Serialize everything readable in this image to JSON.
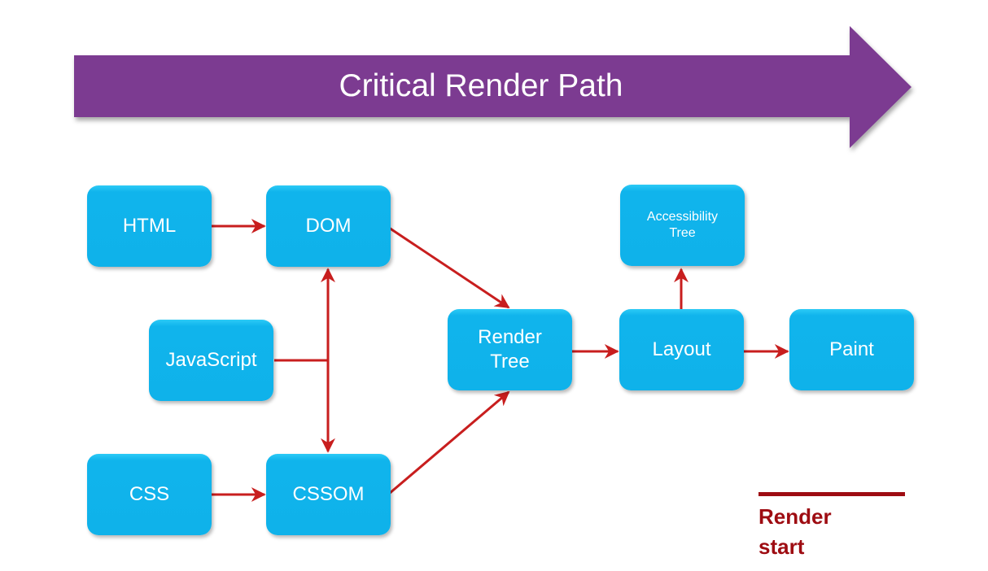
{
  "title": "Critical Render Path",
  "colors": {
    "banner": "#7b3a91",
    "node": "#10b4ec",
    "edge": "#c81e1e",
    "legend": "#9e0c12"
  },
  "nodes": {
    "html": {
      "label": "HTML"
    },
    "dom": {
      "label": "DOM"
    },
    "javascript": {
      "label": "JavaScript"
    },
    "css": {
      "label": "CSS"
    },
    "cssom": {
      "label": "CSSOM"
    },
    "render_tree": {
      "line1": "Render",
      "line2": "Tree"
    },
    "accessibility_tree": {
      "line1": "Accessibility",
      "line2": "Tree"
    },
    "layout": {
      "label": "Layout"
    },
    "paint": {
      "label": "Paint"
    }
  },
  "edges": [
    {
      "from": "HTML",
      "to": "DOM"
    },
    {
      "from": "CSS",
      "to": "CSSOM"
    },
    {
      "from": "JavaScript",
      "to": "DOM"
    },
    {
      "from": "JavaScript",
      "to": "CSSOM"
    },
    {
      "from": "DOM",
      "to": "Render Tree"
    },
    {
      "from": "CSSOM",
      "to": "Render Tree"
    },
    {
      "from": "Render Tree",
      "to": "Layout"
    },
    {
      "from": "Layout",
      "to": "Paint"
    },
    {
      "from": "Layout",
      "to": "Accessibility Tree"
    }
  ],
  "legend": {
    "line1": "Render",
    "line2": "start"
  }
}
